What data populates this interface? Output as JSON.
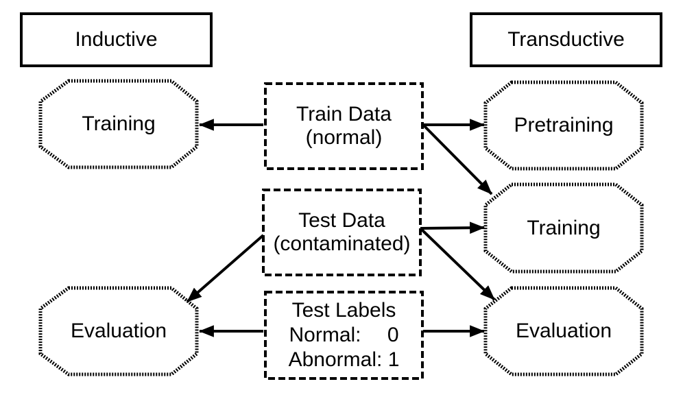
{
  "header": {
    "inductive": "Inductive",
    "transductive": "Transductive"
  },
  "inductive": {
    "training": "Training",
    "evaluation": "Evaluation"
  },
  "transductive": {
    "pretraining": "Pretraining",
    "training": "Training",
    "evaluation": "Evaluation"
  },
  "data": {
    "train": {
      "line1": "Train Data",
      "line2": "(normal)"
    },
    "test": {
      "line1": "Test Data",
      "line2": "(contaminated)"
    },
    "labels": {
      "title": "Test Labels",
      "normal_label": "Normal:",
      "normal_value": "0",
      "abnormal_label": "Abnormal:",
      "abnormal_value": "1"
    }
  }
}
